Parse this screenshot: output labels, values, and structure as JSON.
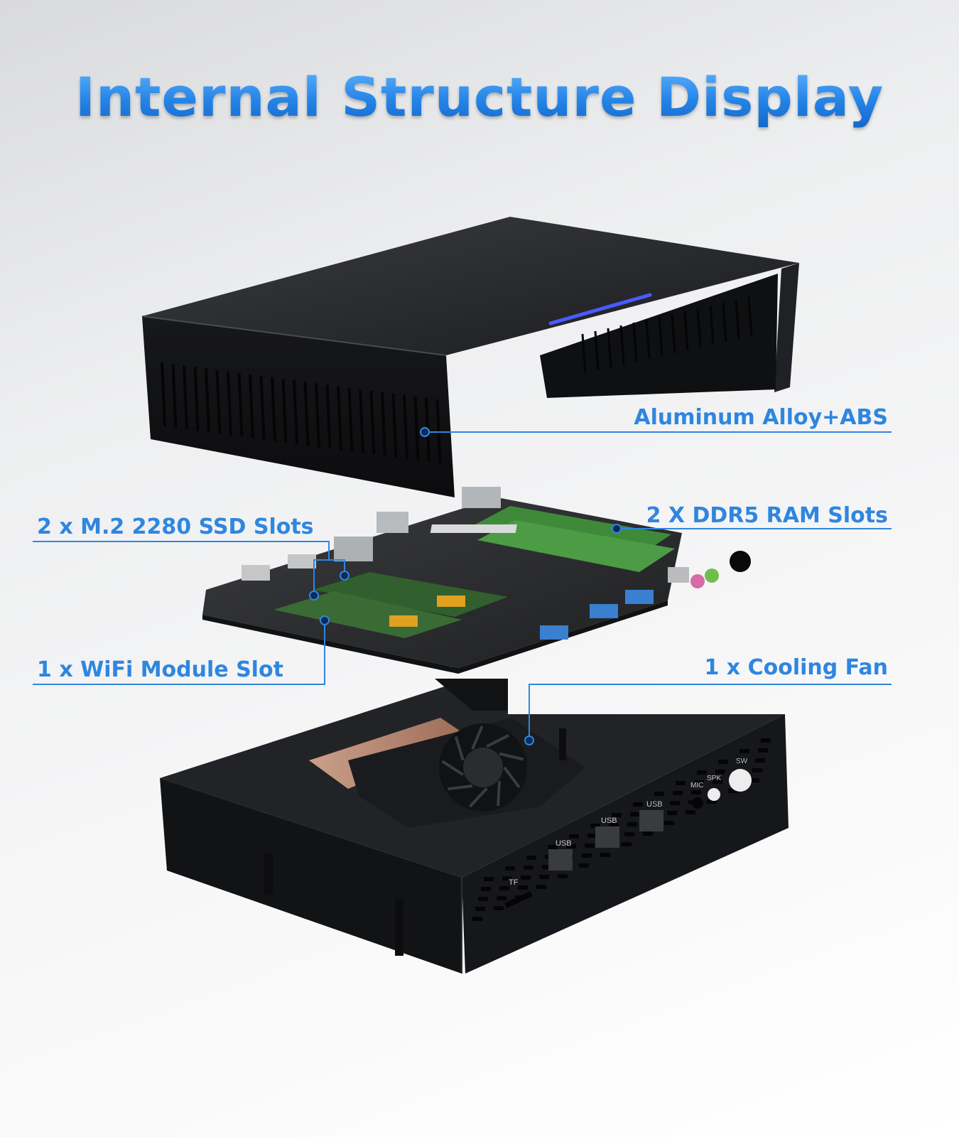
{
  "title": "Internal Structure Display",
  "labels": {
    "case_material": "Aluminum Alloy+ABS",
    "ssd_slots": "2 x M.2 2280 SSD Slots",
    "ram_slots": "2 X DDR5 RAM Slots",
    "wifi_slot": "1 x WiFi Module Slot",
    "cooling_fan": "1 x Cooling Fan"
  },
  "port_labels": {
    "tf": "TF",
    "usb": "USB",
    "mic": "MIC",
    "spk": "SPK",
    "sw": "SW"
  },
  "colors": {
    "accent": "#2f86df",
    "case": "#1c1d20",
    "board": "#2a2b2e",
    "led": "#4a5bff",
    "copper": "#b8826a"
  }
}
